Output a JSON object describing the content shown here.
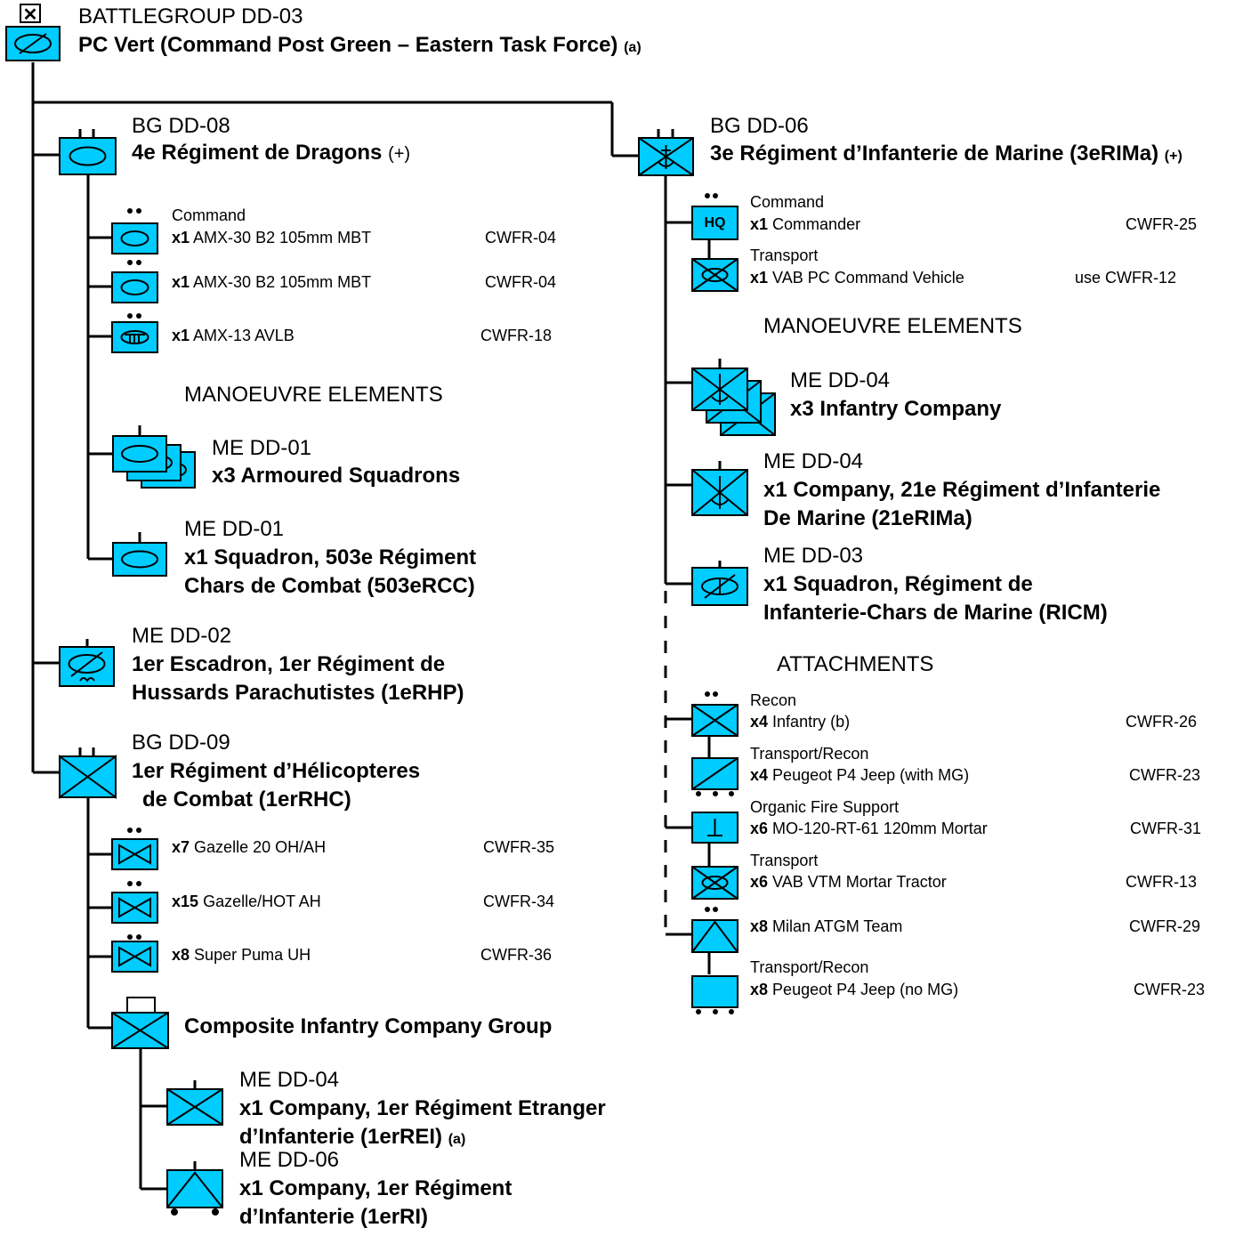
{
  "top": {
    "hq_marker": "✕",
    "line1": "BATTLEGROUP DD-03",
    "line2": "PC Vert (Command Post Green – Eastern Task Force)",
    "line2_note": "(a)"
  },
  "bg08": {
    "title": "BG DD-08",
    "name": "4e Régiment de Dragons",
    "name_note": "(+)",
    "items": [
      {
        "cat": "Command",
        "qty": "x1",
        "name": "AMX-30 B2 105mm MBT",
        "code": "CWFR-04"
      },
      {
        "cat": "",
        "qty": "x1",
        "name": "AMX-30 B2 105mm MBT",
        "code": "CWFR-04"
      },
      {
        "cat": "",
        "qty": "x1",
        "name": "AMX-13 AVLB",
        "code": "CWFR-18"
      }
    ],
    "me_heading": "MANOEUVRE ELEMENTS",
    "me": [
      {
        "title": "ME DD-01",
        "lines": [
          "x3 Armoured Squadrons"
        ]
      },
      {
        "title": "ME DD-01",
        "lines": [
          "x1 Squadron, 503e Régiment",
          "Chars de Combat (503eRCC)"
        ]
      }
    ]
  },
  "me02": {
    "title": "ME DD-02",
    "lines": [
      "1er Escadron, 1er Régiment de",
      "Hussards Parachutistes (1eRHP)"
    ]
  },
  "bg09": {
    "title": "BG DD-09",
    "lines": [
      "1er Régiment d’Hélicopteres",
      "de Combat (1erRHC)"
    ],
    "items": [
      {
        "qty": "x7",
        "name": "Gazelle 20 OH/AH",
        "code": "CWFR-35"
      },
      {
        "qty": "x15",
        "name": "Gazelle/HOT AH",
        "code": "CWFR-34"
      },
      {
        "qty": "x8",
        "name": "Super Puma UH",
        "code": "CWFR-36"
      }
    ],
    "composite": "Composite Infantry Company Group",
    "me": [
      {
        "title": "ME DD-04",
        "lines": [
          "x1 Company, 1er Régiment Etranger",
          "d’Infanterie (1erREI)"
        ],
        "note": "(a)"
      },
      {
        "title": "ME DD-06",
        "lines": [
          "x1 Company, 1er Régiment",
          "d’Infanterie (1erRI)"
        ]
      }
    ]
  },
  "bg06": {
    "title": "BG DD-06",
    "name": "3e Régiment d’Infanterie de Marine (3eRIMa)",
    "name_note": "(+)",
    "hq_label": "HQ",
    "items": [
      {
        "cat": "Command",
        "qty": "x1",
        "name": "Commander",
        "code": "CWFR-25"
      },
      {
        "cat": "Transport",
        "qty": "x1",
        "name": "VAB PC Command Vehicle",
        "code": "use CWFR-12"
      }
    ],
    "me_heading": "MANOEUVRE ELEMENTS",
    "me": [
      {
        "title": "ME DD-04",
        "lines": [
          "x3 Infantry Company"
        ]
      },
      {
        "title": "ME DD-04",
        "lines": [
          "x1 Company, 21e Régiment d’Infanterie",
          "De Marine (21eRIMa)"
        ]
      },
      {
        "title": "ME DD-03",
        "lines": [
          "x1 Squadron, Régiment de",
          "Infanterie-Chars de Marine (RICM)"
        ]
      }
    ],
    "att_heading": "ATTACHMENTS",
    "attachments": [
      {
        "cat": "Recon",
        "qty": "x4",
        "name": "Infantry (b)",
        "code": "CWFR-26"
      },
      {
        "cat": "Transport/Recon",
        "qty": "x4",
        "name": "Peugeot P4 Jeep (with MG)",
        "code": "CWFR-23"
      },
      {
        "cat": "Organic Fire Support",
        "qty": "x6",
        "name": "MO-120-RT-61 120mm Mortar",
        "code": "CWFR-31"
      },
      {
        "cat": "Transport",
        "qty": "x6",
        "name": "VAB VTM Mortar Tractor",
        "code": "CWFR-13"
      },
      {
        "cat": "",
        "qty": "x8",
        "name": "Milan ATGM Team",
        "code": "CWFR-29"
      },
      {
        "cat": "Transport/Recon",
        "qty": "x8",
        "name": "Peugeot P4 Jeep (no MG)",
        "code": "CWFR-23"
      }
    ]
  },
  "colors": {
    "unit_fill": "#00ccff",
    "line": "#000000",
    "background": "#ffffff"
  }
}
